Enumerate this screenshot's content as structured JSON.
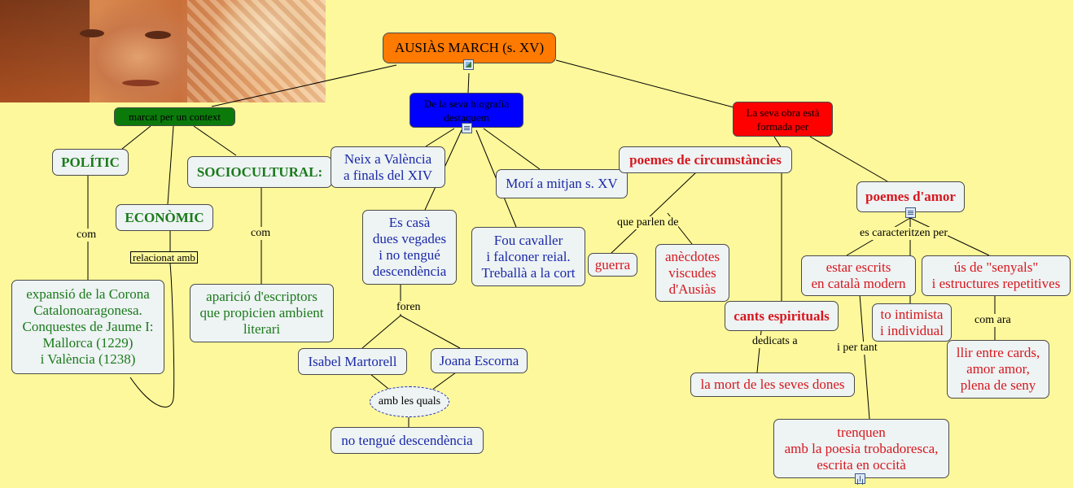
{
  "root": {
    "label": "AUSIÀS MARCH (s. XV)"
  },
  "context": {
    "label": "marcat per un context",
    "politic": "POLÍTIC",
    "economic": "ECONÒMIC",
    "sociocultural": "SOCIOCULTURAL:",
    "link_com_1": "com",
    "link_relacionat": "relacionat amb",
    "link_com_2": "com",
    "expansio": "expansió de la Corona\nCatalonoaragonesa.\nConquestes de Jaume I:\nMallorca (1229)\ni València (1238)",
    "aparicio": "aparició d'escriptors\nque propicien ambient\nliterari"
  },
  "biography": {
    "label": "De la seva biografia\ndestaquem",
    "neix": "Neix a València\na finals del XIV",
    "mori": "Morí a mitjan s. XV",
    "casa": "Es casà\ndues vegades\ni no tengué\ndescendència",
    "falconer": "Fou cavaller\ni falconer reial.\nTreballà a la cort",
    "link_foren": "foren",
    "isabel": "Isabel Martorell",
    "joana": "Joana Escorna",
    "link_amb_les_quals": "amb les quals",
    "no_tengue": "no tengué descendència"
  },
  "work": {
    "label": "La seva obra està\nformada per",
    "circumstancies": "poemes de circumstàncies",
    "link_parlen": "que parlen de",
    "guerra": "guerra",
    "anecdotes": "anècdotes\nviscudes\nd'Ausiàs",
    "cants": "cants espirituals",
    "link_dedicats": "dedicats a",
    "mort": "la mort de les seves dones",
    "amor": "poemes d'amor",
    "link_caracteritzen": "es caracteritzen per",
    "escrits": "estar escrits\nen català modern",
    "senyals": "ús de \"senyals\"\ni estructures repetitives",
    "intimista": "to intimista\ni individual",
    "link_com_ara": "com ara",
    "llir": "llir entre cards,\namor amor,\nplena de seny",
    "link_per_tant": "i per tant",
    "trenquen": "trenquen\namb la poesia trobadoresca,\nescrita en occità"
  },
  "colors": {
    "background": "#fdf89b",
    "root": "#ff7a00",
    "context": "#0b7a0b",
    "biography": "#0000ff",
    "work": "#ff0000",
    "green_text": "#1a7a1a",
    "blue_text": "#1a2aa8",
    "red_text": "#d6181e"
  },
  "icons": [
    "image-icon",
    "document-icon",
    "document-icon",
    "document-icon",
    "tree-icon"
  ]
}
